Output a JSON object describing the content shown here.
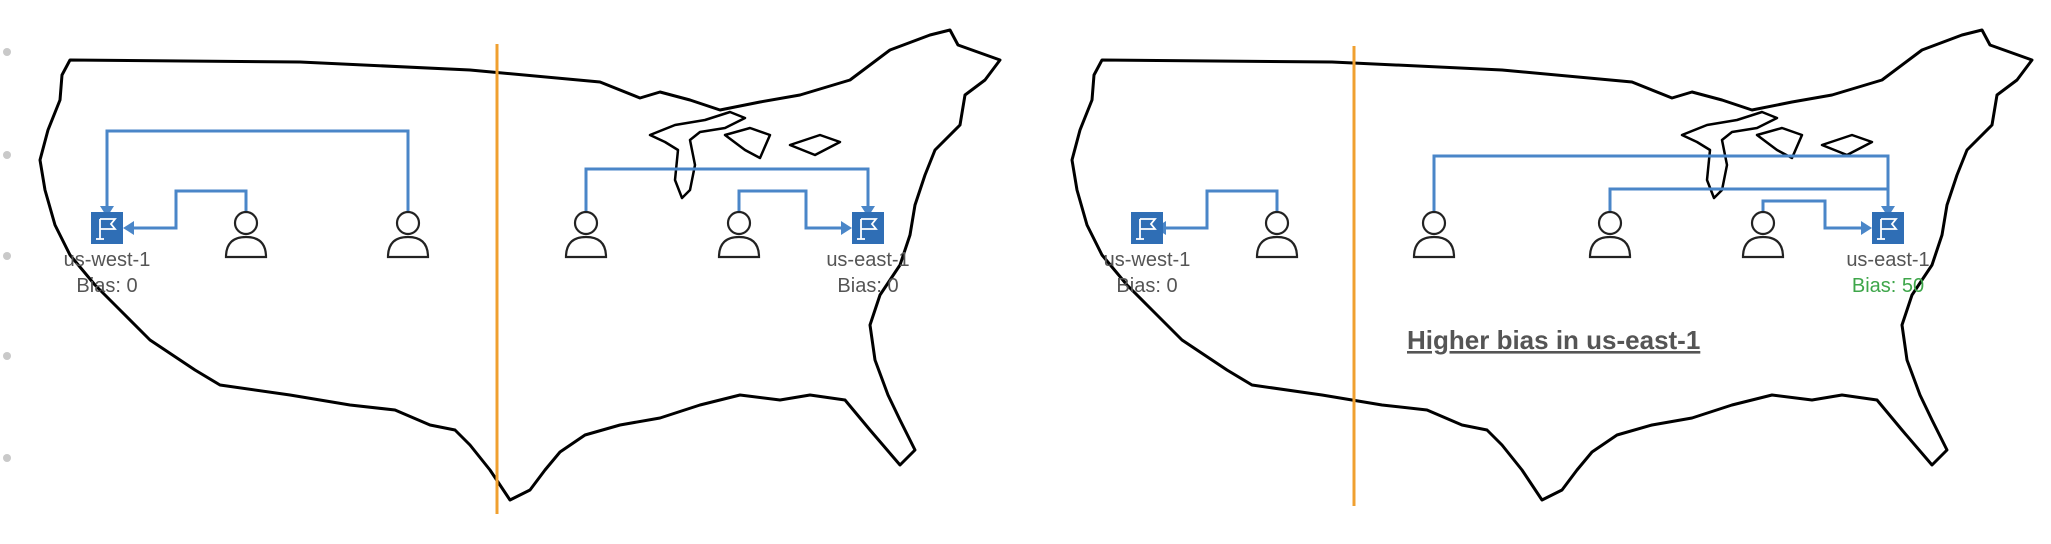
{
  "panels": [
    {
      "regions": [
        {
          "name": "us-west-1",
          "bias_label": "Bias: 0"
        },
        {
          "name": "us-east-1",
          "bias_label": "Bias: 0"
        }
      ]
    },
    {
      "regions": [
        {
          "name": "us-west-1",
          "bias_label": "Bias: 0"
        },
        {
          "name": "us-east-1",
          "bias_label": "Bias: 50"
        }
      ],
      "caption": "Higher bias in us-east-1"
    }
  ],
  "colors": {
    "divider": "#f0a030",
    "route": "#4a86c8",
    "region_box": "#2f6eb5",
    "highlight_text": "#3ea64a",
    "label_text": "#555555"
  },
  "icons": [
    "user-icon",
    "flag-icon"
  ]
}
